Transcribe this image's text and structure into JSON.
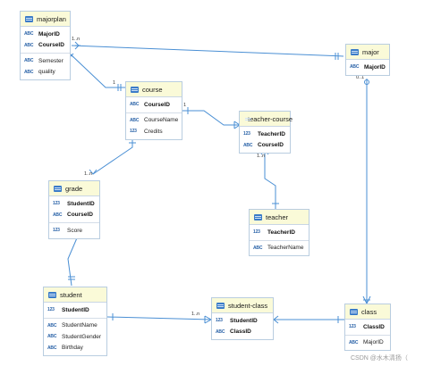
{
  "tables": {
    "majorplan": {
      "name": "majorplan",
      "keys": [
        {
          "type": "ABC",
          "name": "MajorID"
        },
        {
          "type": "ABC",
          "name": "CourseID"
        }
      ],
      "columns": [
        {
          "type": "ABC",
          "name": "Semester"
        },
        {
          "type": "ABC",
          "name": "quality"
        }
      ]
    },
    "major": {
      "name": "major",
      "keys": [
        {
          "type": "ABC",
          "name": "MajorID"
        }
      ],
      "columns": []
    },
    "course": {
      "name": "course",
      "keys": [
        {
          "type": "ABC",
          "name": "CourseID"
        }
      ],
      "columns": [
        {
          "type": "ABC",
          "name": "CourseName"
        },
        {
          "type": "123",
          "name": "Credits"
        }
      ]
    },
    "teacher_course": {
      "name": "teacher-course",
      "keys": [
        {
          "type": "123",
          "name": "TeacherID"
        },
        {
          "type": "ABC",
          "name": "CourseID"
        }
      ],
      "columns": []
    },
    "grade": {
      "name": "grade",
      "keys": [
        {
          "type": "123",
          "name": "StudentID"
        },
        {
          "type": "ABC",
          "name": "CourseID"
        }
      ],
      "columns": [
        {
          "type": "123",
          "name": "Score"
        }
      ]
    },
    "teacher": {
      "name": "teacher",
      "keys": [
        {
          "type": "123",
          "name": "TeacherID"
        }
      ],
      "columns": [
        {
          "type": "ABC",
          "name": "TeacherName"
        }
      ]
    },
    "student": {
      "name": "student",
      "keys": [
        {
          "type": "123",
          "name": "StudentID"
        }
      ],
      "columns": [
        {
          "type": "ABC",
          "name": "StudentName"
        },
        {
          "type": "ABC",
          "name": "StudentGender"
        },
        {
          "type": "ABC",
          "name": "Birthday"
        }
      ]
    },
    "student_class": {
      "name": "student-class",
      "keys": [
        {
          "type": "123",
          "name": "StudentID"
        },
        {
          "type": "ABC",
          "name": "ClassID"
        }
      ],
      "columns": []
    },
    "class": {
      "name": "class",
      "keys": [
        {
          "type": "123",
          "name": "ClassID"
        }
      ],
      "columns": [
        {
          "type": "ABC",
          "name": "MajorID"
        }
      ]
    }
  },
  "cardinality": {
    "majorplan_major": "1..n",
    "majorplan_course": "1",
    "major_class": "0..1",
    "course_teachercourse": "1",
    "course_grade": "1..n",
    "teacher_teachercourse": "1..n",
    "grade_student": "1",
    "student_studentclass": "1..n"
  },
  "watermark": "CSDN @水木清扬（",
  "colors": {
    "header_bg": "#fafad8",
    "border": "#b9cde0",
    "link": "#4a8fd4",
    "type_icon": "#2a63a8"
  }
}
